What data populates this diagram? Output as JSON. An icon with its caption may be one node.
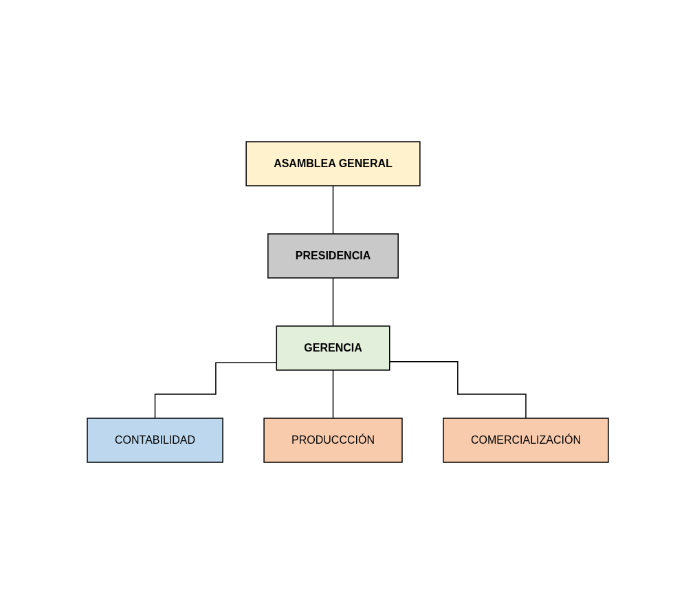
{
  "diagram": {
    "nodes": [
      {
        "text": [
          "ASAMBLEA GENERAL"
        ]
      },
      {
        "text": [
          "PRESIDENCIA"
        ]
      },
      {
        "text": [
          "GERENCIA"
        ]
      },
      {
        "text": [
          "CONTABILIDAD"
        ]
      },
      {
        "text": [
          "PRODUCCCIÓN"
        ]
      },
      {
        "text": [
          "COMERCIALIZACIÓN"
        ]
      }
    ],
    "edges": [
      {
        "from": 0,
        "to": 1,
        "arrow": "none"
      },
      {
        "from": 1,
        "to": 2,
        "arrow": "none"
      },
      {
        "from": 2,
        "to": 3,
        "arrow": "none"
      },
      {
        "from": 2,
        "to": 4,
        "arrow": "none"
      },
      {
        "from": 2,
        "to": 5,
        "arrow": "none"
      }
    ]
  }
}
